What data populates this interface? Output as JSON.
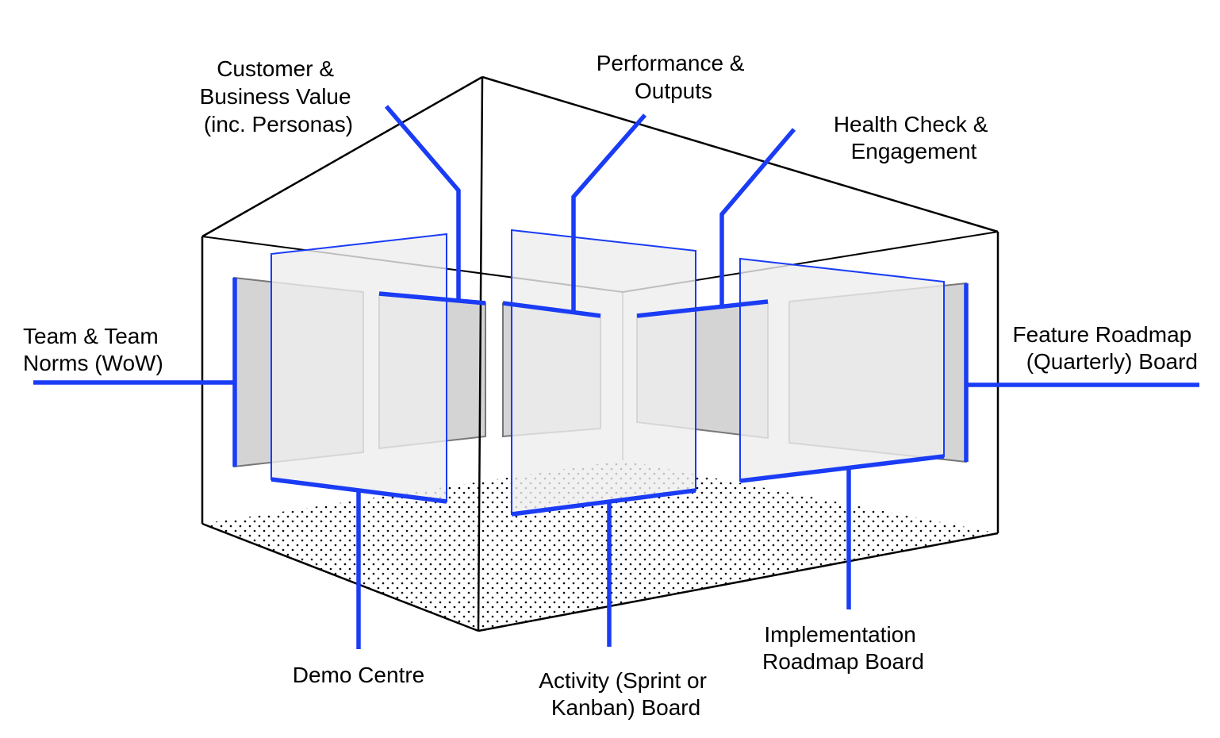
{
  "colors": {
    "callout": "#1a3cf5",
    "outline": "#000000",
    "panel_front": "#eeeeee",
    "panel_back": "#d4d4d4"
  },
  "labels": {
    "customer_value": [
      "Customer &",
      "Business Value",
      "(inc. Personas)"
    ],
    "performance": [
      "Performance &",
      "Outputs"
    ],
    "health_check": [
      "Health Check &",
      "Engagement"
    ],
    "team_norms": [
      "Team & Team",
      "Norms (WoW)"
    ],
    "feature_roadmap": [
      "Feature Roadmap",
      "(Quarterly) Board"
    ],
    "demo_centre": [
      "Demo Centre"
    ],
    "activity_board": [
      "Activity (Sprint or",
      "Kanban) Board"
    ],
    "implementation_roadmap": [
      "Implementation",
      "Roadmap Board"
    ]
  }
}
